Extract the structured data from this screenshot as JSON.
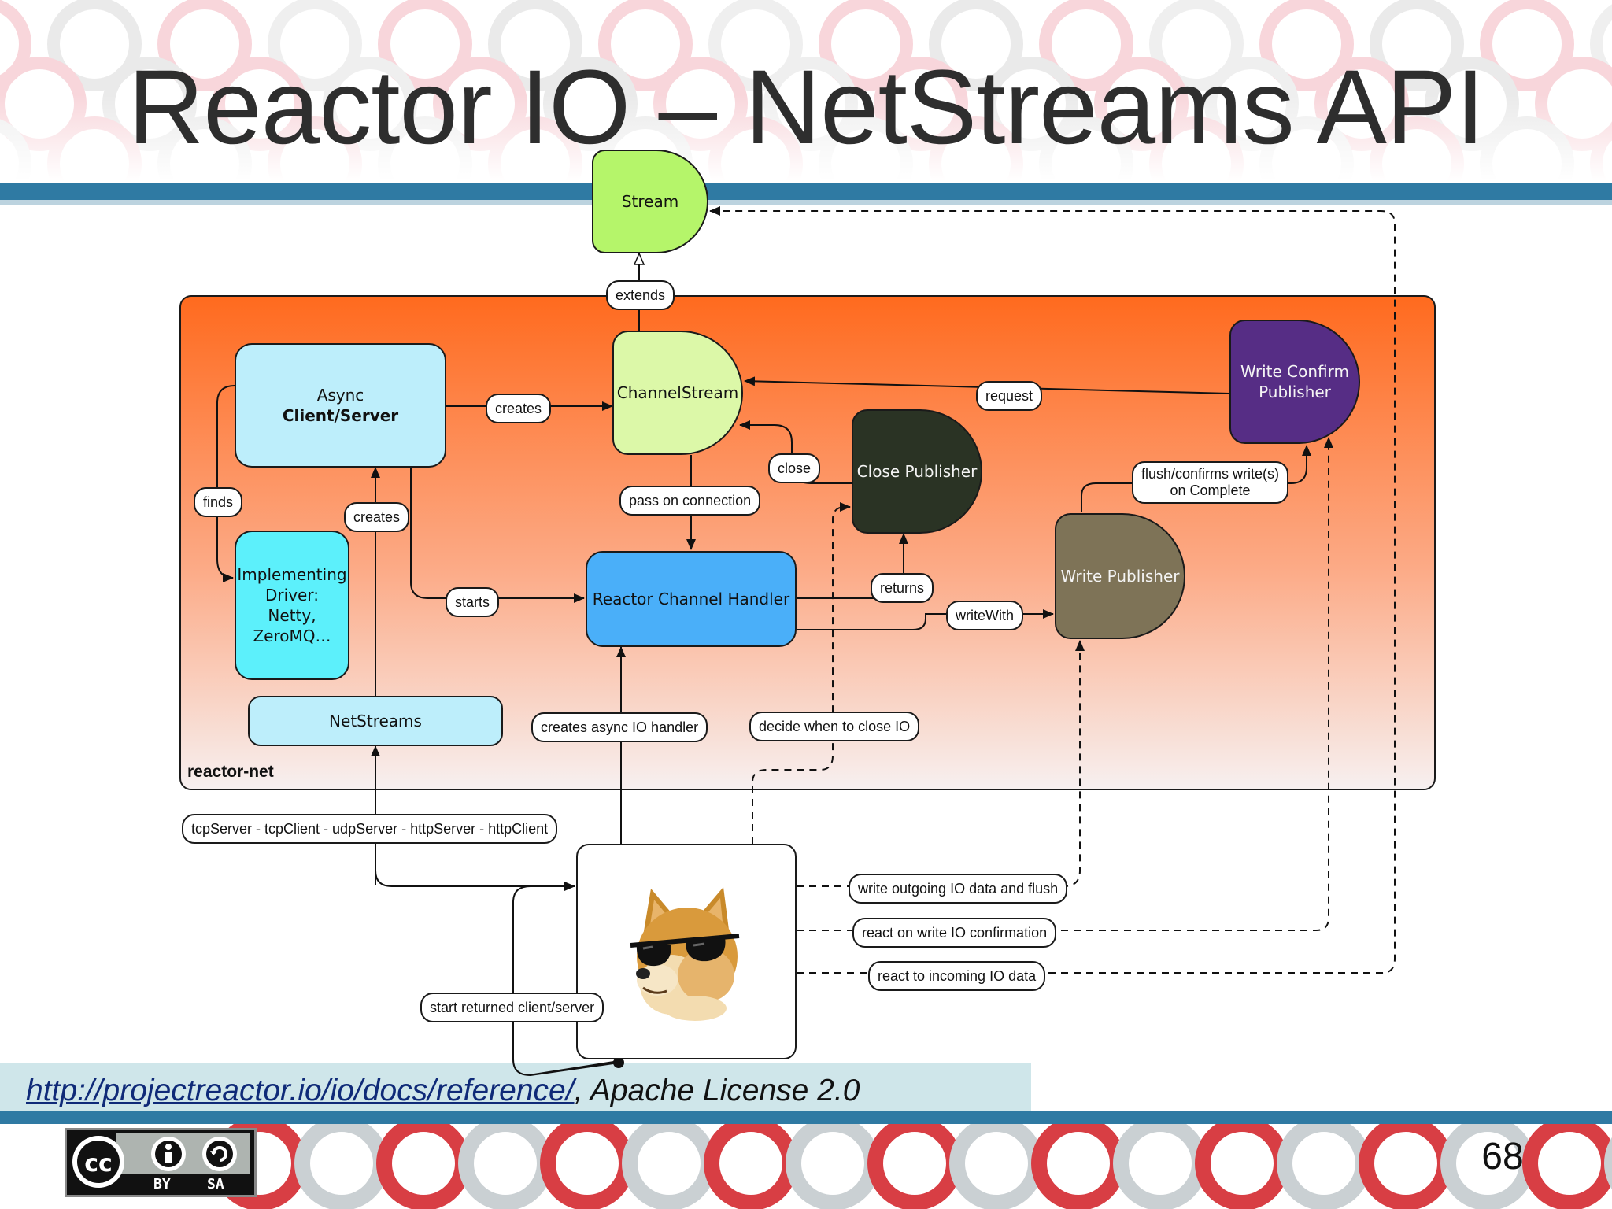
{
  "slide": {
    "title": "Reactor IO – NetStreams API",
    "page_number": "68",
    "footer_url": "http://projectreactor.io/io/docs/reference/",
    "footer_license": ", Apache License 2.0",
    "license_badge": {
      "left": "BY",
      "right": "SA"
    }
  },
  "diagram": {
    "package_label": "reactor-net",
    "nodes": {
      "stream": "Stream",
      "channel_stream": "ChannelStream",
      "async_line1": "Async",
      "async_line2": "Client/Server",
      "implementing_driver": [
        "Implementing",
        "Driver:",
        "Netty,",
        "ZeroMQ…"
      ],
      "reactor_channel_handler": "Reactor Channel Handler",
      "close_publisher": "Close Publisher",
      "write_publisher": "Write Publisher",
      "write_confirm_publisher": [
        "Write Confirm",
        "Publisher"
      ],
      "netstreams": "NetStreams"
    },
    "edge_labels": {
      "extends": "extends",
      "creates_channel": "creates",
      "request": "request",
      "finds": "finds",
      "creates_async": "creates",
      "close": "close",
      "pass_on_connection": "pass on connection",
      "flush_confirms": [
        "flush/confirms write(s)",
        "on Complete"
      ],
      "starts": "starts",
      "returns": "returns",
      "write_with": "writeWith",
      "creates_async_io_handler": "creates async IO handler",
      "decide_close": "decide when to close IO",
      "factory_methods": "tcpServer - tcpClient - udpServer - httpServer - httpClient",
      "write_outgoing": "write outgoing IO data and flush",
      "react_write_confirm": "react on write IO confirmation",
      "react_incoming": "react to incoming IO data",
      "start_returned": "start returned client/server"
    }
  },
  "colors": {
    "stream": "#b5f56a",
    "channel_stream": "#dcf8a8",
    "async": "#bdeefb",
    "driver": "#5cf0fb",
    "handler": "#4aaff9",
    "close_publisher": "#2a3324",
    "write_publisher": "#7e7357",
    "write_confirm": "#562d85",
    "netstreams": "#bdeefb",
    "package_top": "#ff6a1e",
    "package_bottom": "#f7f0f0",
    "band": "#2f7aa3"
  }
}
